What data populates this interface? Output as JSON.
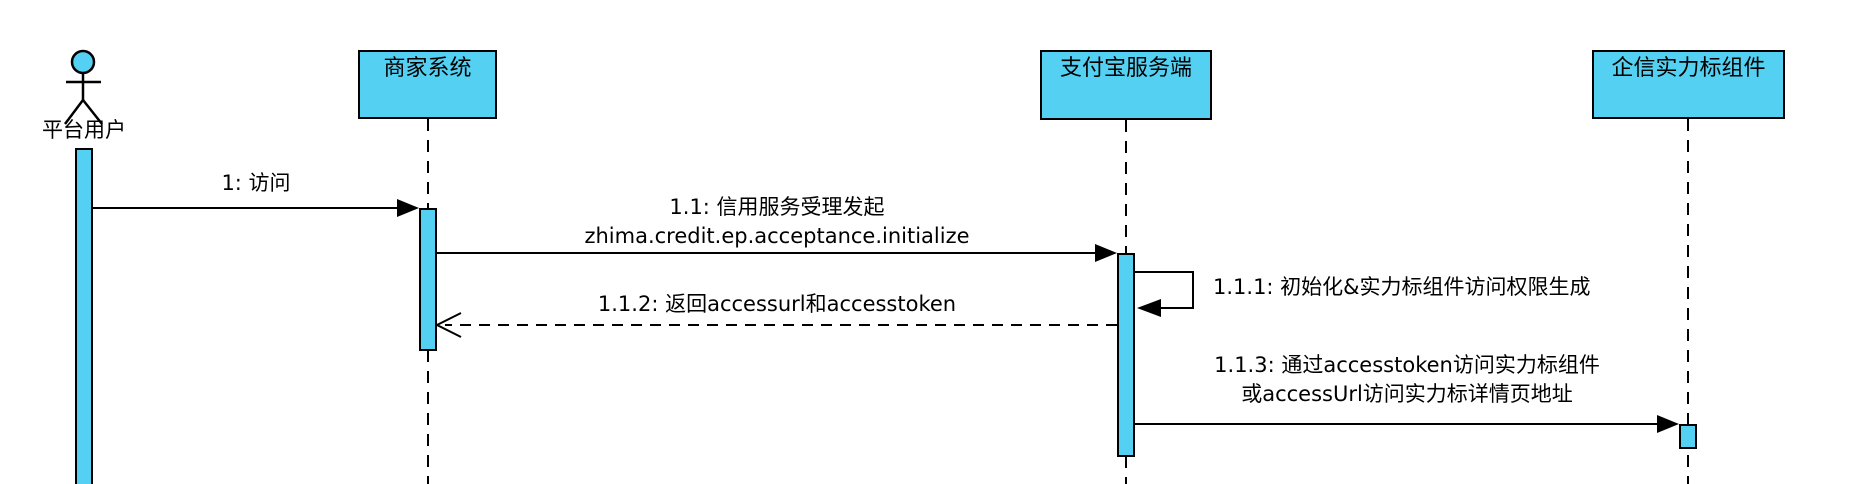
{
  "diagram": {
    "type": "uml-sequence-diagram",
    "background_color": "#FFFFFF",
    "stroke_color": "#000000",
    "participant_fill_color": "#54D1F2",
    "actor": {
      "label": "平台用户"
    },
    "participants": [
      {
        "label": "商家系统"
      },
      {
        "label": "支付宝服务端"
      },
      {
        "label": "企信实力标组件"
      }
    ],
    "messages": [
      {
        "seq": "1",
        "label": "1: 访问",
        "from": "平台用户",
        "to": "商家系统",
        "line_style": "solid",
        "arrow": "filled"
      },
      {
        "seq": "1.1",
        "line1": "1.1: 信用服务受理发起",
        "line2": "zhima.credit.ep.acceptance.initialize",
        "from": "商家系统",
        "to": "支付宝服务端",
        "line_style": "solid",
        "arrow": "filled"
      },
      {
        "seq": "1.1.1",
        "label": "1.1.1: 初始化&实力标组件访问权限生成",
        "from": "支付宝服务端",
        "to": "支付宝服务端",
        "line_style": "solid-self-loop",
        "arrow": "filled"
      },
      {
        "seq": "1.1.2",
        "label": "1.1.2: 返回accessurl和accesstoken",
        "from": "支付宝服务端",
        "to": "商家系统",
        "line_style": "dashed",
        "arrow": "open"
      },
      {
        "seq": "1.1.3",
        "line1": "1.1.3: 通过accesstoken访问实力标组件",
        "line2": "或accessUrl访问实力标详情页地址",
        "from": "支付宝服务端",
        "to": "企信实力标组件",
        "line_style": "solid",
        "arrow": "filled"
      }
    ]
  }
}
